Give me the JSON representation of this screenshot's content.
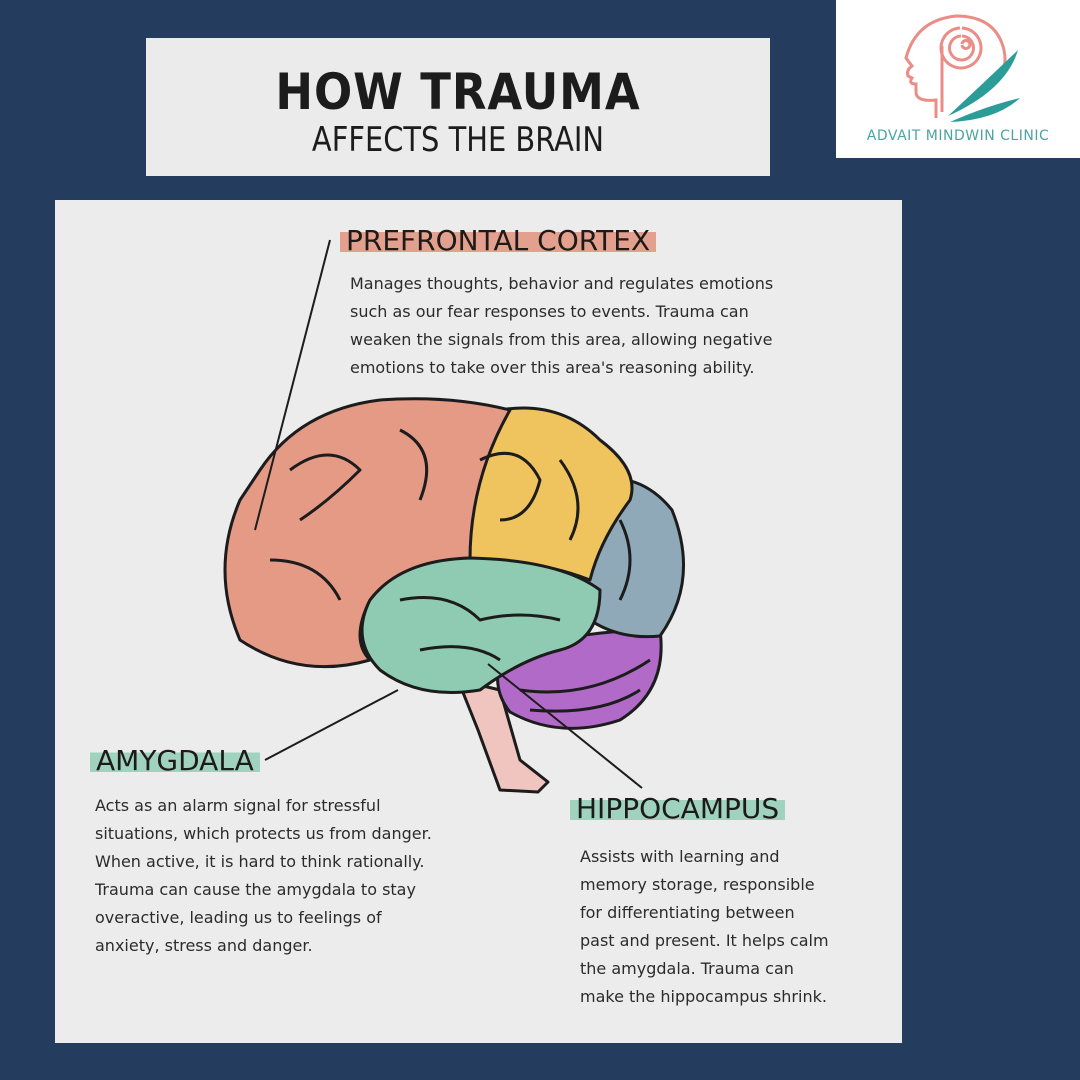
{
  "title": {
    "main": "HOW TRAUMA",
    "sub": "AFFECTS THE BRAIN"
  },
  "logo": {
    "name": "ADVAIT MINDWIN CLINIC",
    "icon": "head-spiral-leaf-logo"
  },
  "colors": {
    "background": "#243d5f",
    "prefrontal": "#e59a86",
    "parietal": "#efc45e",
    "occipital": "#8fa9b8",
    "temporal": "#8fcbb3",
    "cerebellum": "#b26ac8",
    "stem": "#f0c5c0"
  },
  "sections": {
    "prefrontal": {
      "heading": "PREFRONTAL CORTEX",
      "lines": [
        "Manages thoughts, behavior and regulates emotions",
        "such as our fear responses to events. Trauma can",
        "weaken the signals from this area, allowing negative",
        "emotions to take over this area's reasoning ability."
      ]
    },
    "amygdala": {
      "heading": "AMYGDALA",
      "lines": [
        "Acts as an alarm signal for stressful",
        "situations, which protects us from danger.",
        "When active, it is hard to think rationally.",
        "Trauma can cause the amygdala to stay",
        "overactive, leading us to feelings of",
        "anxiety, stress and danger."
      ]
    },
    "hippocampus": {
      "heading": "HIPPOCAMPUS",
      "lines": [
        "Assists with learning and",
        "memory storage, responsible",
        "for differentiating between",
        "past and present. It helps calm",
        "the amygdala. Trauma can",
        "make the hippocampus shrink."
      ]
    }
  }
}
